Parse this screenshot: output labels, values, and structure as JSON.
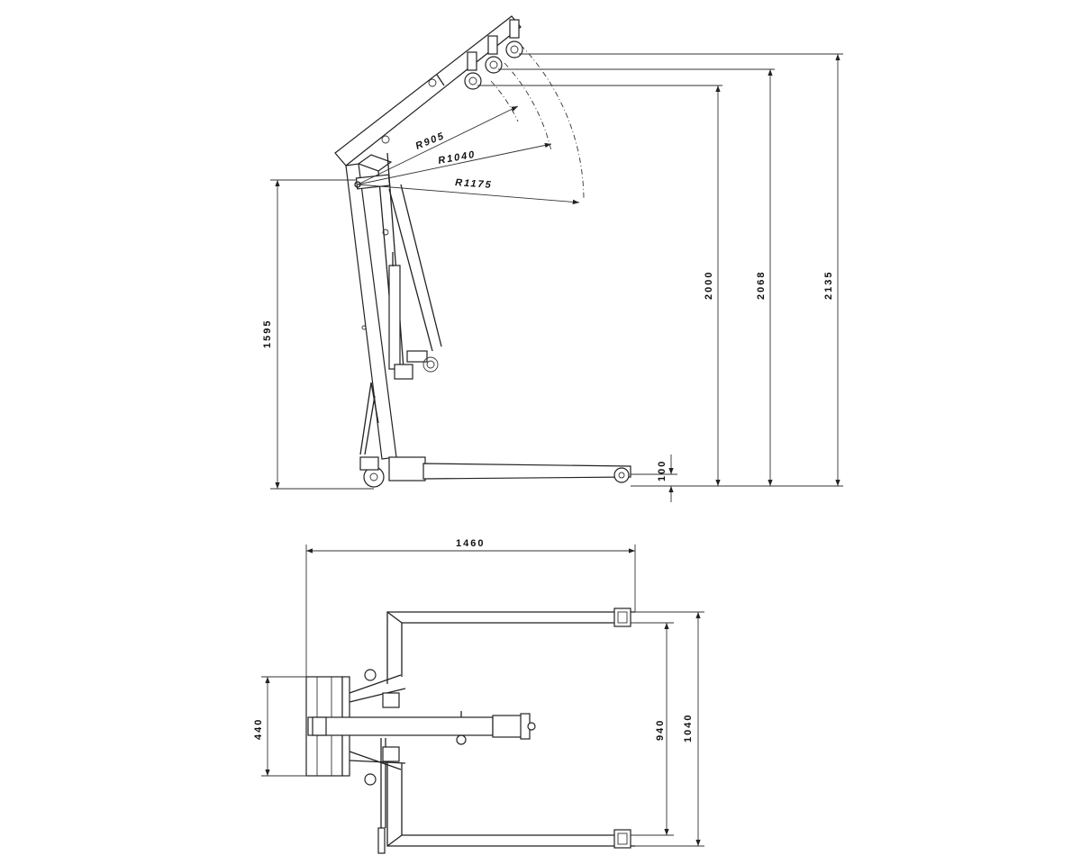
{
  "title": "Engine crane dimension drawing",
  "side_view": {
    "radii": [
      "R905",
      "R1040",
      "R1175"
    ],
    "heights": {
      "hook_min": "2000",
      "hook_mid": "2068",
      "hook_max": "2135",
      "pivot": "1595",
      "leg": "100"
    }
  },
  "top_view": {
    "length": "1460",
    "base_width": "440",
    "inner_width": "940",
    "outer_width": "1040"
  }
}
